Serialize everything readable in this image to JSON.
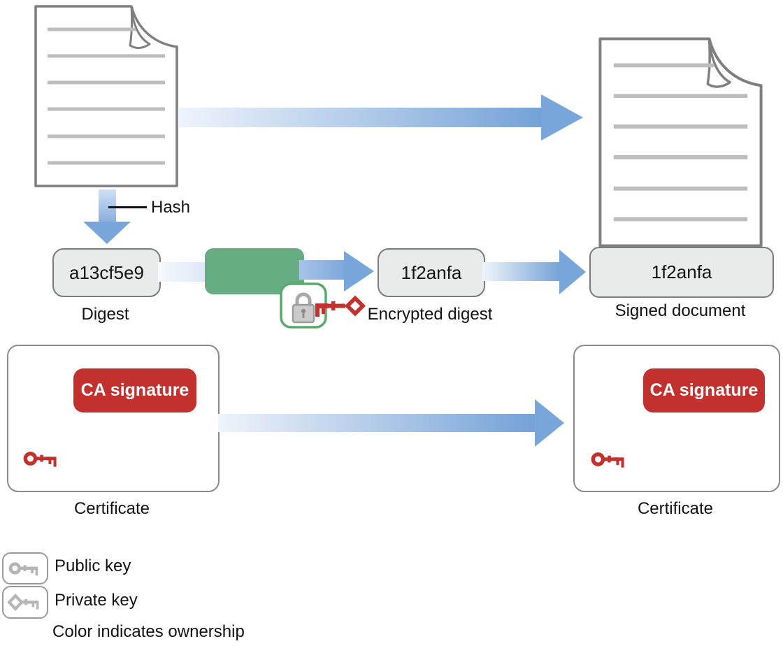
{
  "diagram": {
    "title_semantic": "digital-signature-process",
    "hash_label": "Hash",
    "digest": {
      "value": "a13cf5e9",
      "label": "Digest"
    },
    "encrypted": {
      "value": "1f2anfa",
      "label": "Encrypted digest"
    },
    "signed": {
      "value": "1f2anfa",
      "label": "Signed document"
    },
    "certificate_left": {
      "badge": "CA signature",
      "label": "Certificate"
    },
    "certificate_right": {
      "badge": "CA signature",
      "label": "Certificate"
    },
    "legend": {
      "items": [
        {
          "icon": "public-key-icon",
          "label": "Public key"
        },
        {
          "icon": "private-key-icon",
          "label": "Private key"
        }
      ],
      "note": "Color indicates ownership"
    },
    "icons": {
      "encryption_lock": "padlock-icon",
      "encryption_key": "private-key-icon",
      "certificate_key": "public-key-icon"
    },
    "colors": {
      "arrow_blue": "#79a6da",
      "arrow_gradient_start": "#eff4fb",
      "encrypt_box_green": "#66ad83",
      "lock_badge_border_green": "#58a96c",
      "badge_red": "#c2312d",
      "key_red": "#c2312d",
      "chip_gray_fill": "#e9eaea",
      "doc_border_gray": "#7f7f7f",
      "doc_line_gray": "#bdbdbd"
    }
  }
}
